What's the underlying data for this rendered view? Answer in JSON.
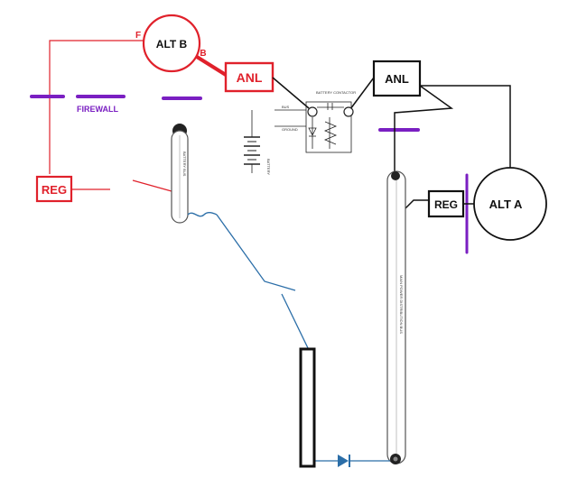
{
  "colors": {
    "red": "#e0212b",
    "black": "#111111",
    "purple": "#7a1fc2",
    "blue": "#2b6ea8",
    "gray": "#777777"
  },
  "labels": {
    "alt_b": "ALT B",
    "alt_a": "ALT A",
    "terminal_f": "F",
    "terminal_b": "B",
    "anl_left": "ANL",
    "anl_right": "ANL",
    "reg_left": "REG",
    "reg_right": "REG",
    "firewall": "FIREWALL"
  },
  "tiny_text": {
    "battery_contactor": "BATTERY CONTACTOR",
    "bus_label": "BUS",
    "ground_label": "GROUND",
    "battery_label": "BATTERY",
    "battery_bus": "BATTERY BUS",
    "main_power_bus": "MAIN POWER DISTRIBUTION BUS"
  }
}
